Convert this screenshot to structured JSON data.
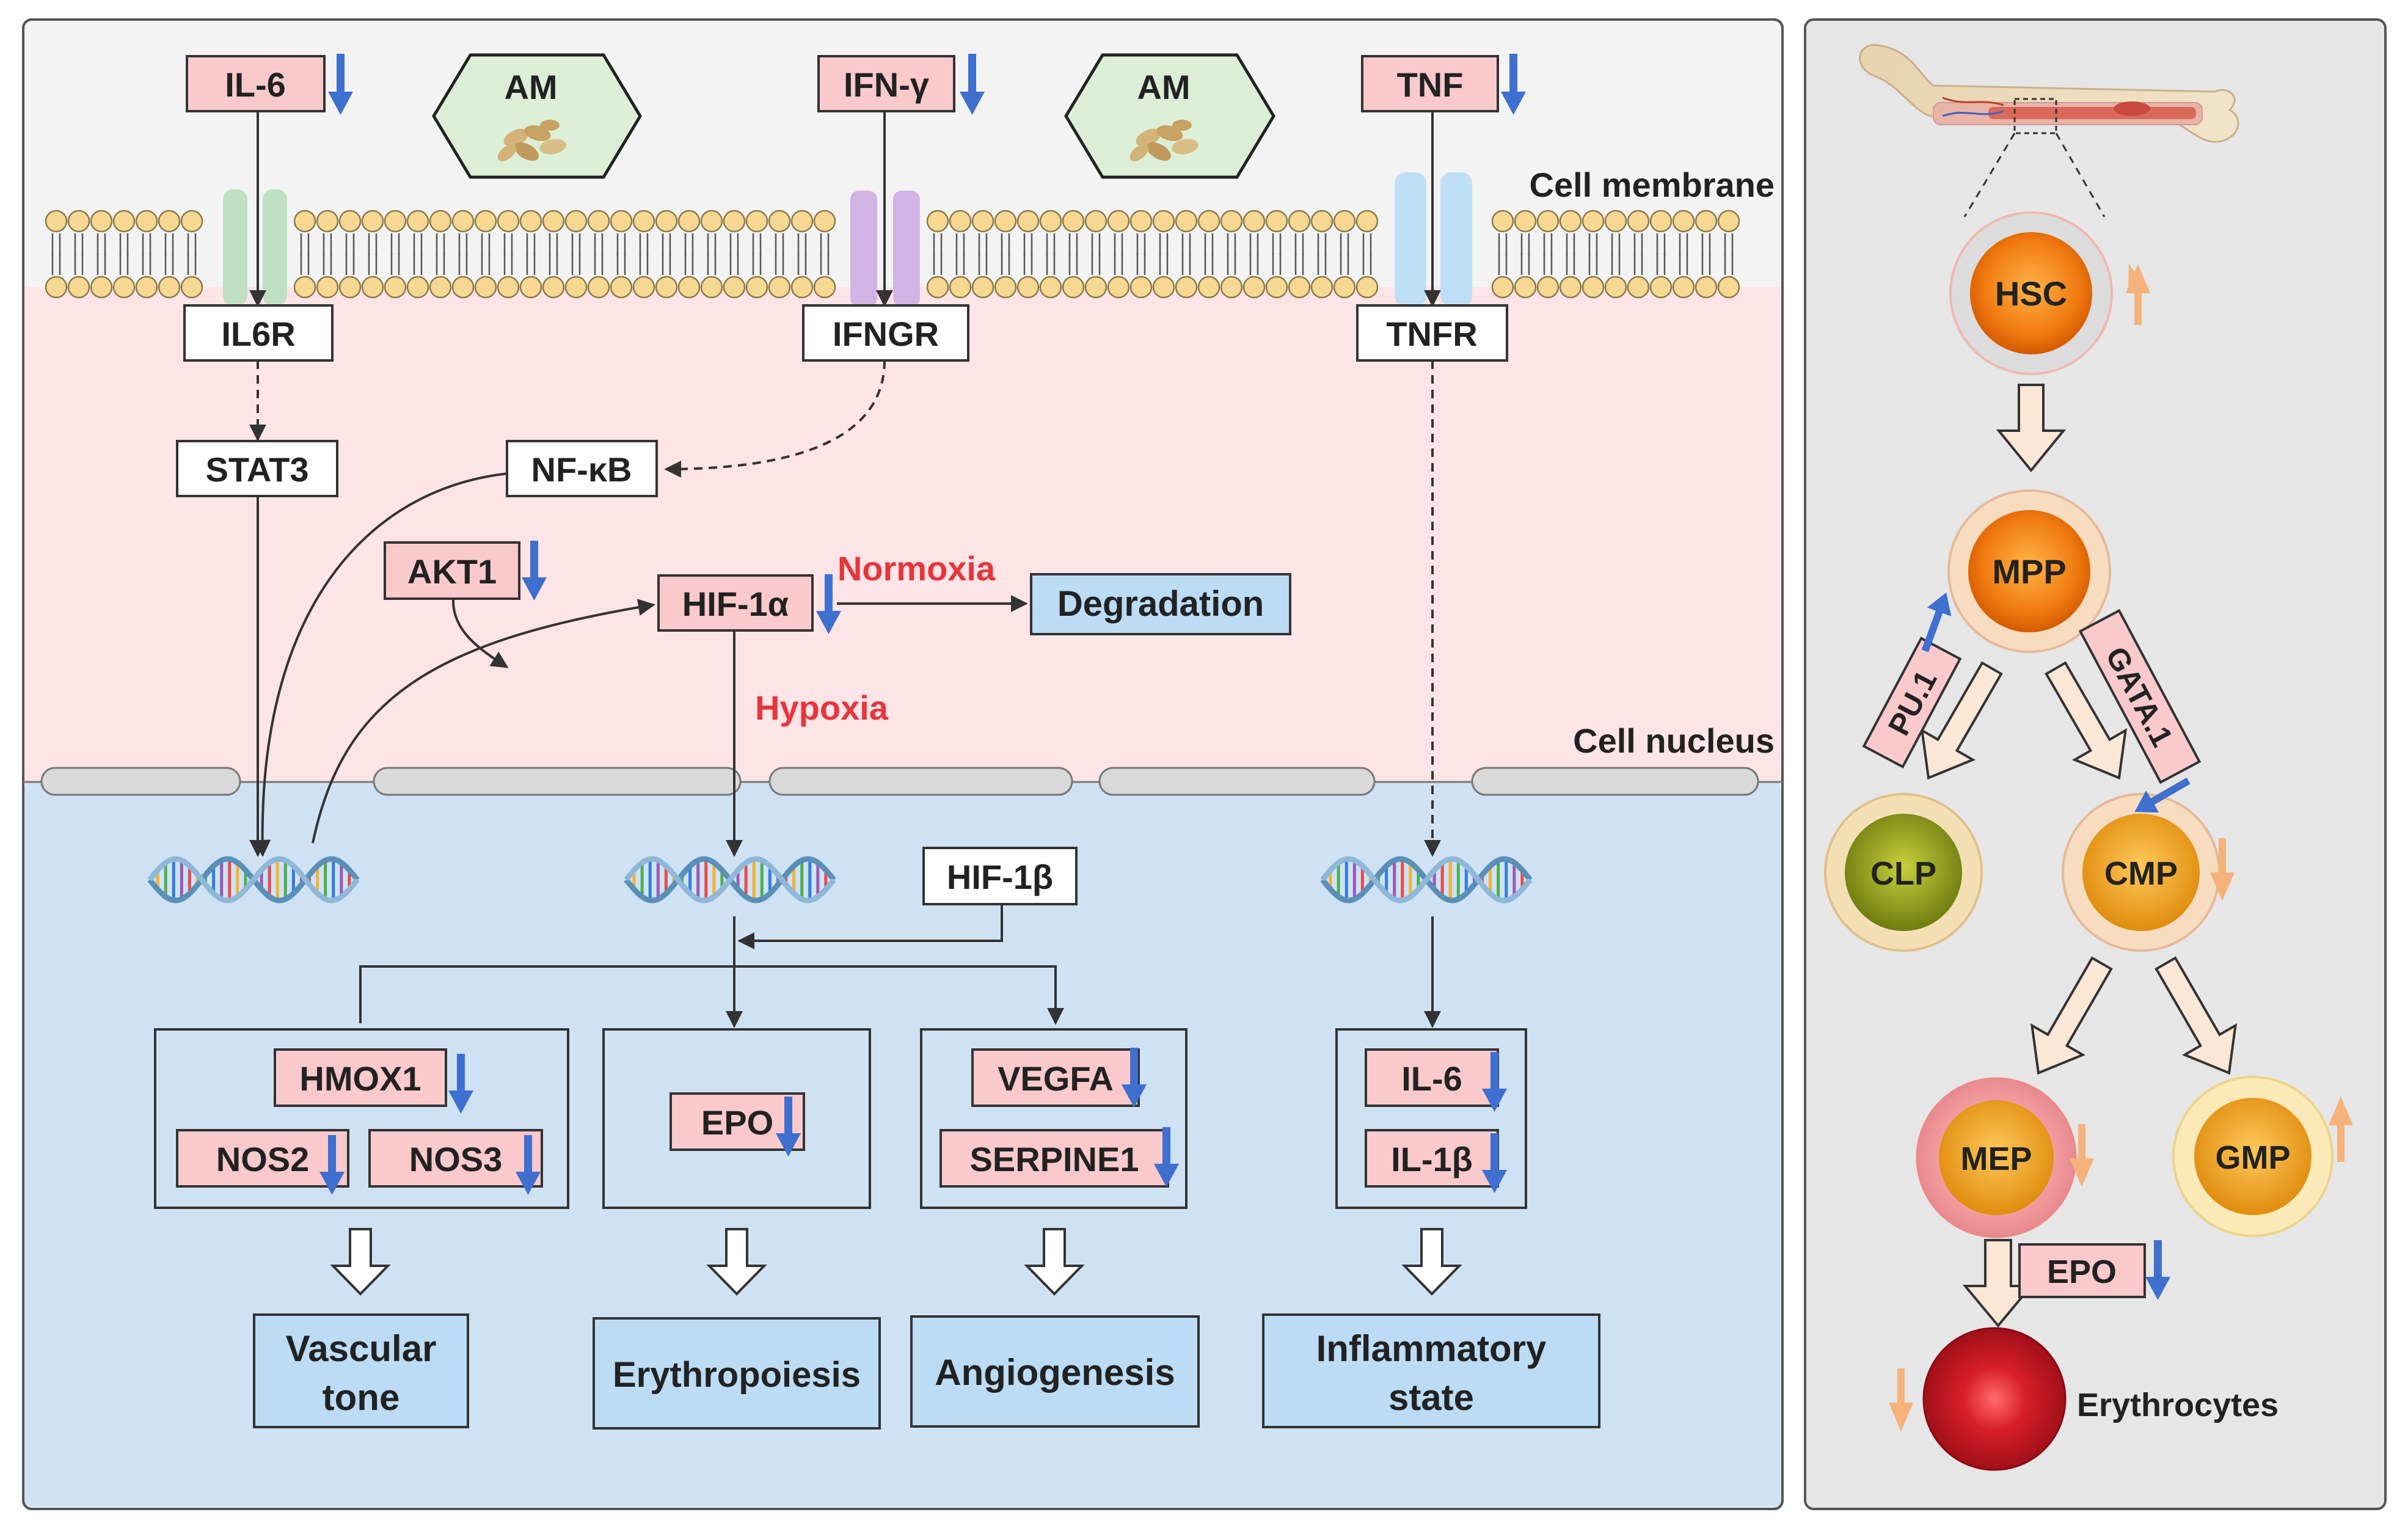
{
  "colors": {
    "outer_bg": "#f3f3f3",
    "cytoplasm": "#fde4e6",
    "nucleus": "#cfe2f3",
    "right_panel": "#e6e6e6",
    "pink_box": "#f9c9cc",
    "blue_box": "#bcdcf5",
    "am_hex": "#dcefd6",
    "down_arrow": "#3f6fcf",
    "up_arrow_orange": "#f5b27a",
    "red_text": "#e8343b",
    "lipid_head": "#f6d892"
  },
  "labels": {
    "cell_membrane": "Cell membrane",
    "cell_nucleus": "Cell nucleus",
    "normoxia": "Normoxia",
    "hypoxia": "Hypoxia",
    "am1": "AM",
    "am2": "AM"
  },
  "ligands": {
    "il6_top": "IL-6",
    "ifng": "IFN-γ",
    "tnf": "TNF"
  },
  "receptors": {
    "il6r": "IL6R",
    "ifngr": "IFNGR",
    "tnfr": "TNFR"
  },
  "pathway": {
    "stat3": "STAT3",
    "nfkb": "NF-κB",
    "akt1": "AKT1",
    "hif1a": "HIF-1α",
    "degradation": "Degradation",
    "hif1b": "HIF-1β"
  },
  "targets": {
    "hmox1": "HMOX1",
    "nos2": "NOS2",
    "nos3": "NOS3",
    "epo": "EPO",
    "vegfa": "VEGFA",
    "serpine1": "SERPINE1",
    "il6": "IL-6",
    "il1b": "IL-1β"
  },
  "outcomes": {
    "vascular_line1": "Vascular",
    "vascular_line2": "tone",
    "erythropoiesis": "Erythropoiesis",
    "angiogenesis": "Angiogenesis",
    "inflammatory_line1": "Inflammatory",
    "inflammatory_line2": "state"
  },
  "hematopoiesis": {
    "hsc": "HSC",
    "mpp": "MPP",
    "clp": "CLP",
    "cmp": "CMP",
    "mep": "MEP",
    "gmp": "GMP",
    "pu1": "PU.1",
    "gata1": "GATA.1",
    "epo": "EPO",
    "erythrocytes": "Erythrocytes"
  }
}
